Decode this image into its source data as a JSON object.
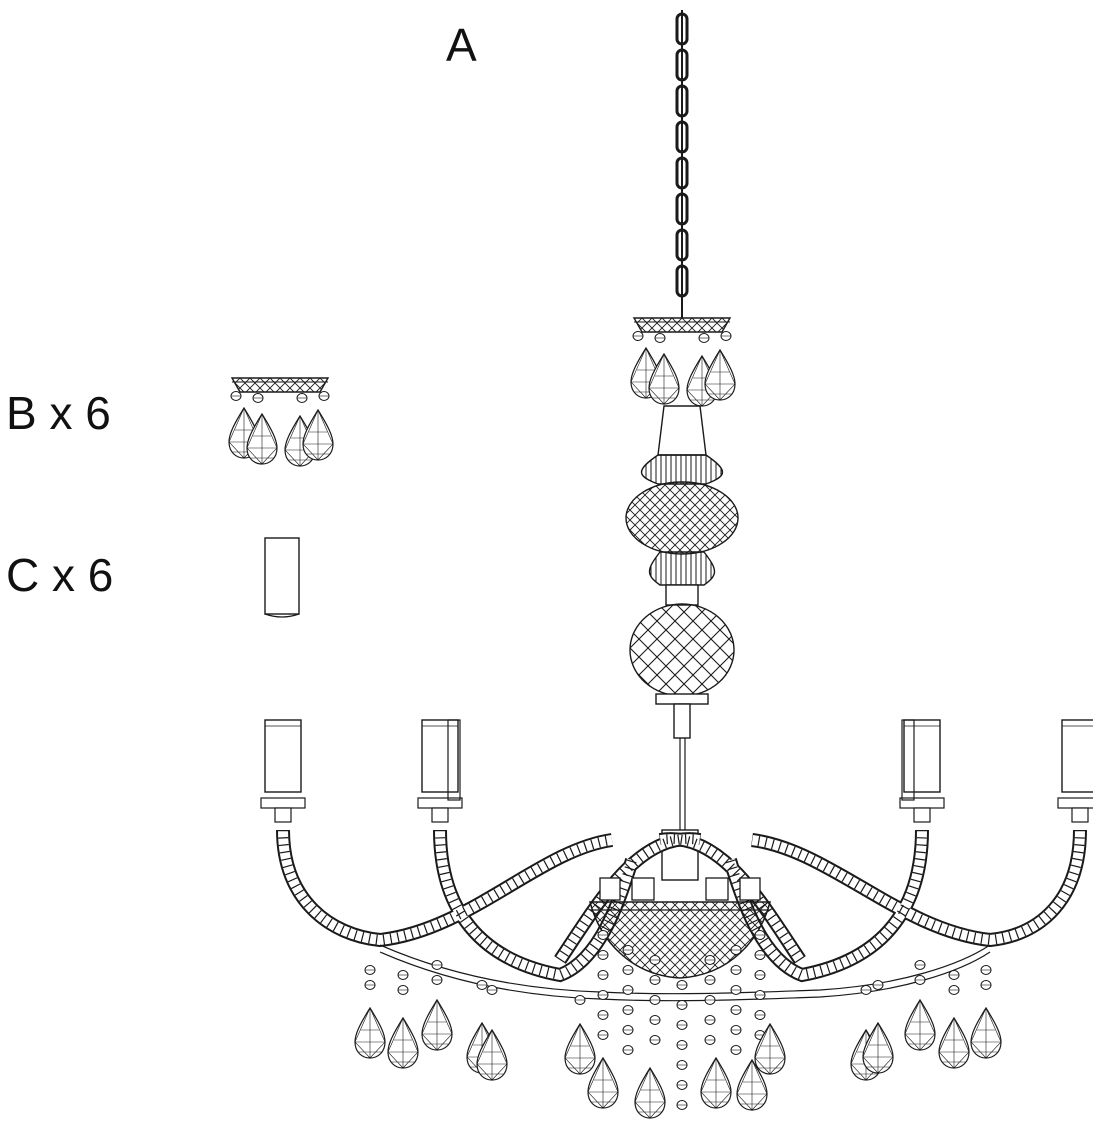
{
  "labels": {
    "a": "A",
    "b": "B x 6",
    "c": "C x 6"
  },
  "colors": {
    "line": "#1a1a1a",
    "background": "#ffffff"
  }
}
